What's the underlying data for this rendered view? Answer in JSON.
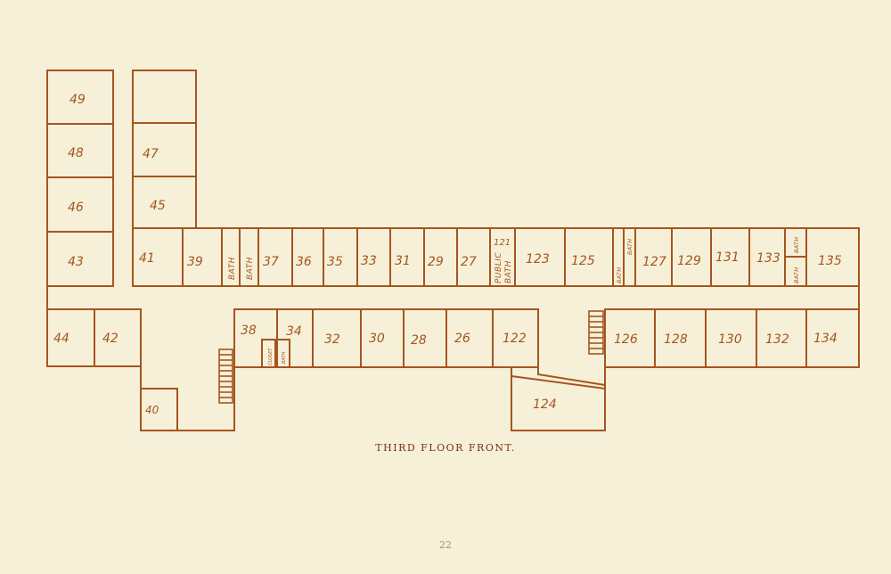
{
  "caption": "THIRD FLOOR FRONT.",
  "page_number": "22",
  "colors": {
    "ink": "#a5551f",
    "paper": "#f6f0d8",
    "caption": "#7a2f16"
  },
  "rooms": {
    "r49": "49",
    "r48": "48",
    "r46": "46",
    "r43": "43",
    "r47": "47",
    "r45": "45",
    "r41": "41",
    "r39": "39",
    "r37": "37",
    "r36": "36",
    "r35": "35",
    "r33": "33",
    "r31": "31",
    "r29": "29",
    "r27": "27",
    "r121": "121",
    "r123": "123",
    "r125": "125",
    "r127": "127",
    "r129": "129",
    "r131": "131",
    "r133": "133",
    "r135": "135",
    "r44": "44",
    "r42": "42",
    "r40": "40",
    "r38": "38",
    "r34": "34",
    "r32": "32",
    "r30": "30",
    "r28": "28",
    "r26": "26",
    "r122": "122",
    "r124": "124",
    "r126": "126",
    "r128": "128",
    "r130": "130",
    "r132": "132",
    "r134": "134"
  },
  "labels": {
    "bath": "BATH",
    "public": "PUBLIC",
    "closet": "CLOSET"
  }
}
